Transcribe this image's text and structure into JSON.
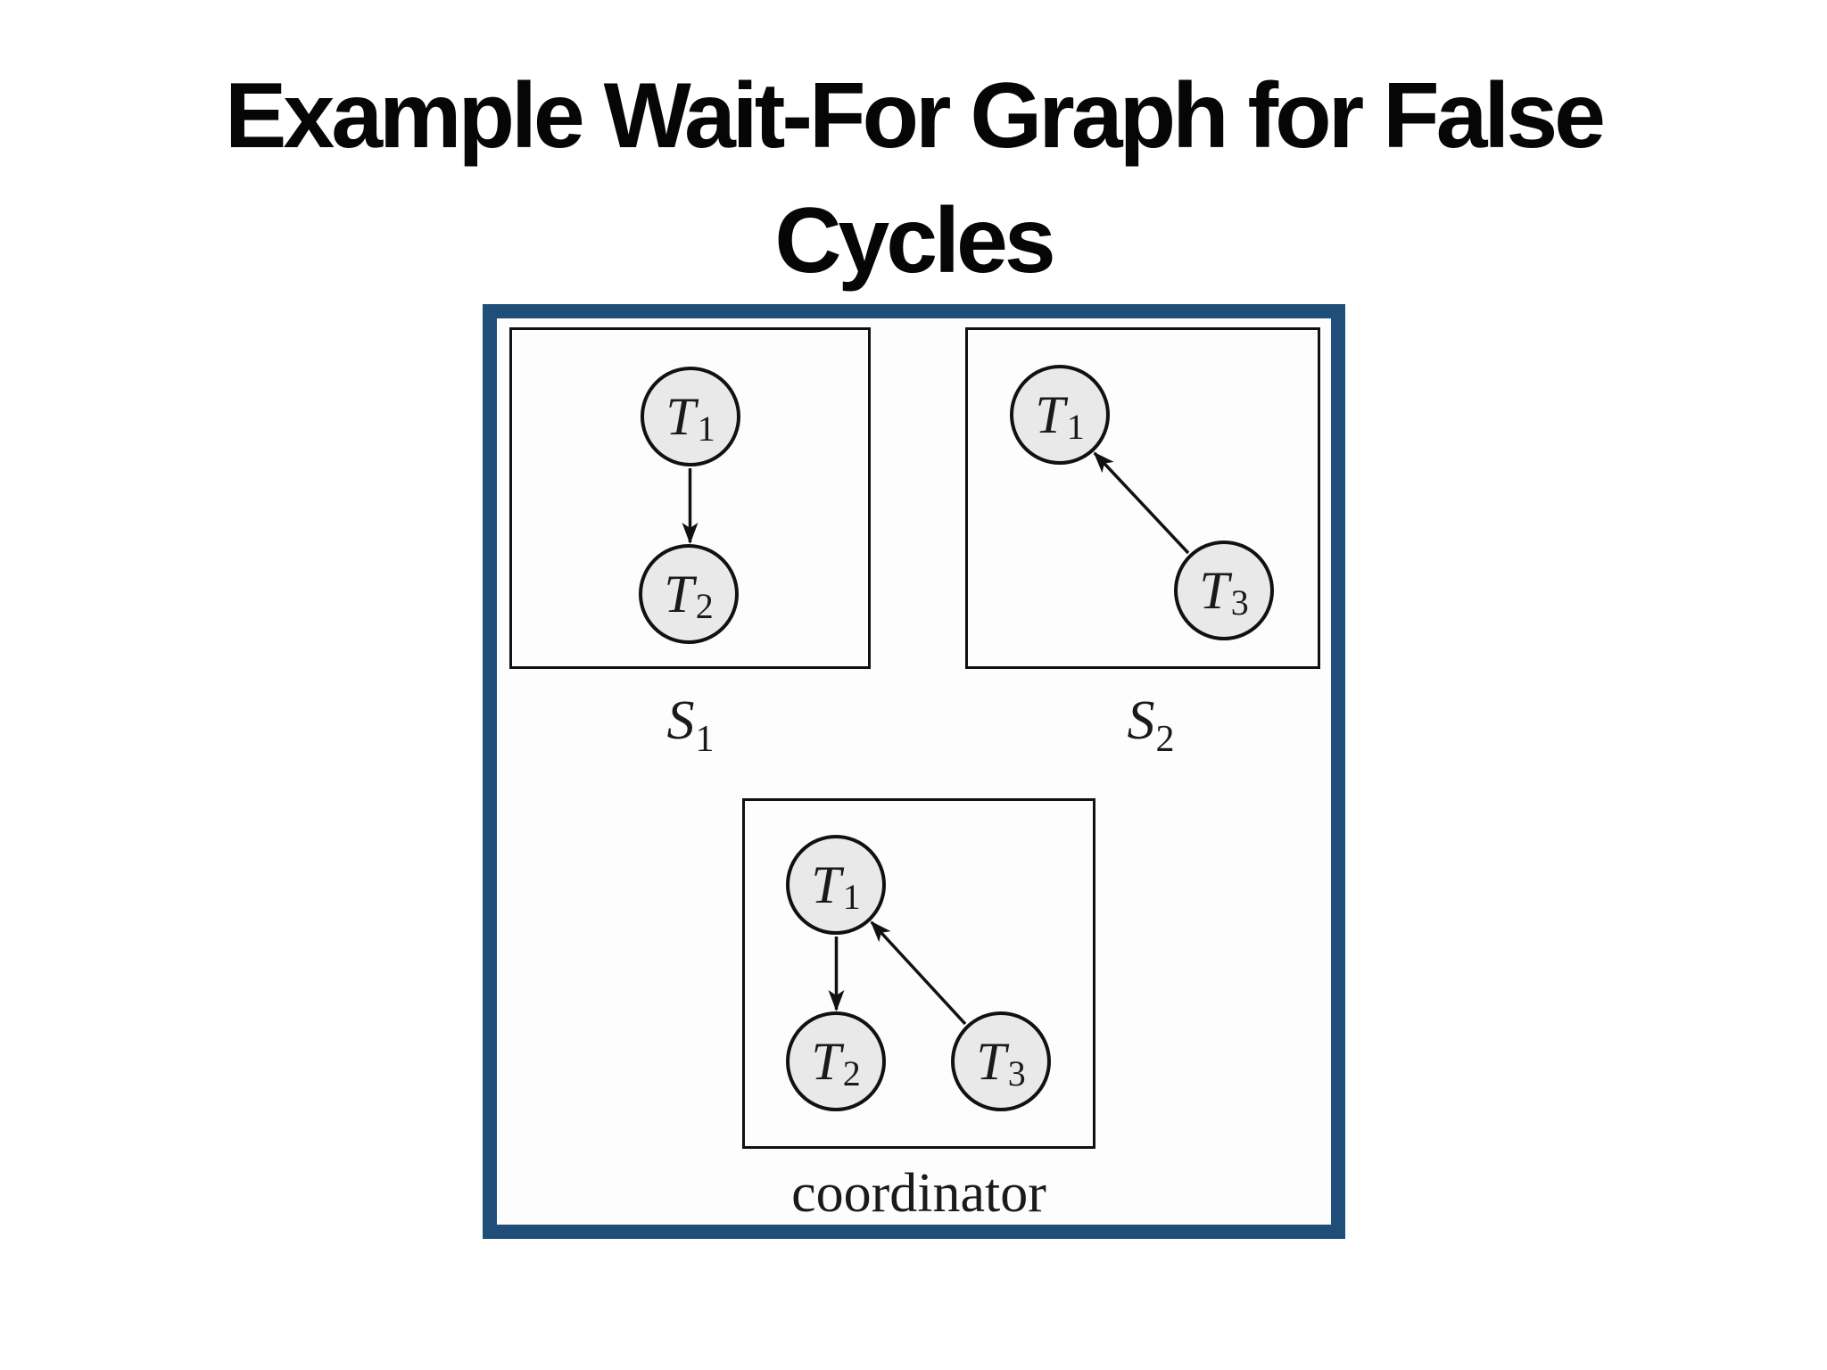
{
  "slide": {
    "title_line1": "Example Wait-For Graph for False",
    "title_line2": "Cycles"
  },
  "colors": {
    "frame_blue": "#1f4e79",
    "node_fill": "#e9e9e9",
    "stroke_black": "#111111",
    "background": "#ffffff"
  },
  "diagram": {
    "type": "wait-for-graph",
    "panels": {
      "s1": {
        "label_main": "S",
        "label_sub": "1",
        "nodes": {
          "t1": {
            "main": "T",
            "sub": "1"
          },
          "t2": {
            "main": "T",
            "sub": "2"
          }
        },
        "edges": [
          {
            "from": "T1",
            "to": "T2"
          }
        ]
      },
      "s2": {
        "label_main": "S",
        "label_sub": "2",
        "nodes": {
          "t1": {
            "main": "T",
            "sub": "1"
          },
          "t3": {
            "main": "T",
            "sub": "3"
          }
        },
        "edges": [
          {
            "from": "T3",
            "to": "T1"
          }
        ]
      },
      "coordinator": {
        "label": "coordinator",
        "nodes": {
          "t1": {
            "main": "T",
            "sub": "1"
          },
          "t2": {
            "main": "T",
            "sub": "2"
          },
          "t3": {
            "main": "T",
            "sub": "3"
          }
        },
        "edges": [
          {
            "from": "T1",
            "to": "T2"
          },
          {
            "from": "T3",
            "to": "T1"
          }
        ]
      }
    }
  }
}
